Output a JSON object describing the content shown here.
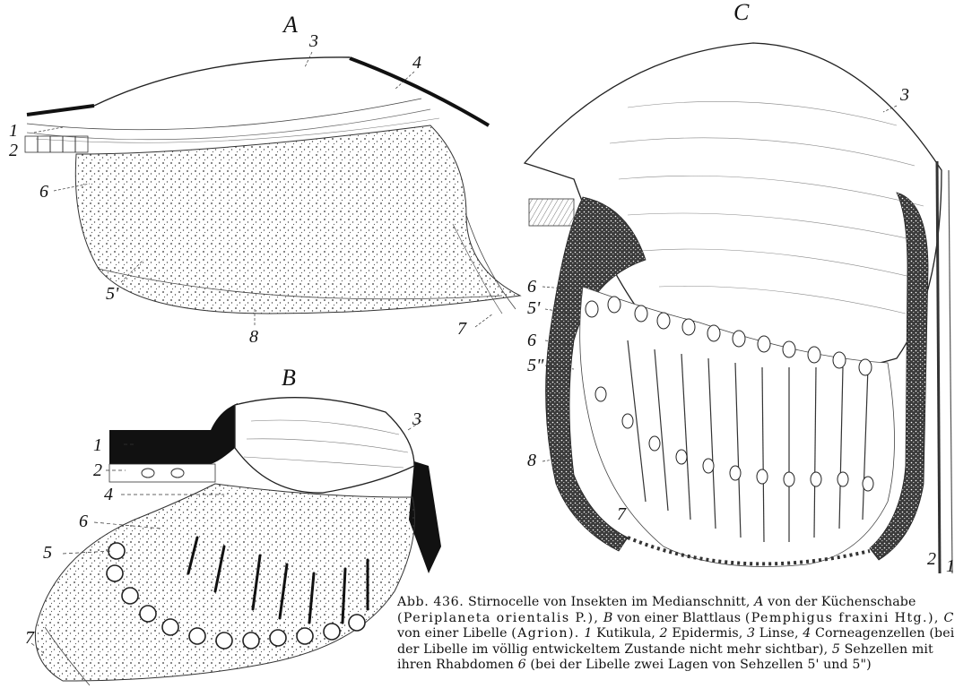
{
  "figure": {
    "panels": [
      {
        "id": "A",
        "title": "A",
        "labels": [
          "1",
          "2",
          "3",
          "4",
          "5'",
          "6",
          "7",
          "8"
        ]
      },
      {
        "id": "B",
        "title": "B",
        "labels": [
          "1",
          "2",
          "3",
          "4",
          "5",
          "6",
          "7"
        ]
      },
      {
        "id": "C",
        "title": "C",
        "labels": [
          "1",
          "2",
          "3",
          "5'",
          "5\"",
          "6",
          "6",
          "7",
          "8"
        ]
      }
    ],
    "caption": {
      "fig_no": "Abb. 436.",
      "text1": "Stirnocelle von Insekten im Medianschnitt,",
      "a_text": "von der Küchenschabe",
      "a_latin": "(Periplaneta orientalis P.),",
      "b_text": "von einer Blattlaus",
      "b_latin": "(Pemphigus fraxini Htg.),",
      "c_text": "von einer Libelle",
      "c_latin": "(Agrion).",
      "legend1": "Kutikula,",
      "legend2": "Epidermis,",
      "legend3": "Linse,",
      "legend4": "Corneagenzellen (bei der Libelle im völlig entwickeltem Zustande nicht mehr sichtbar),",
      "legend5": "Sehzellen mit ihren Rhabdomen",
      "legend6": "(bei der Libelle zwei Lagen von Sehzellen 5' und 5\")"
    }
  }
}
